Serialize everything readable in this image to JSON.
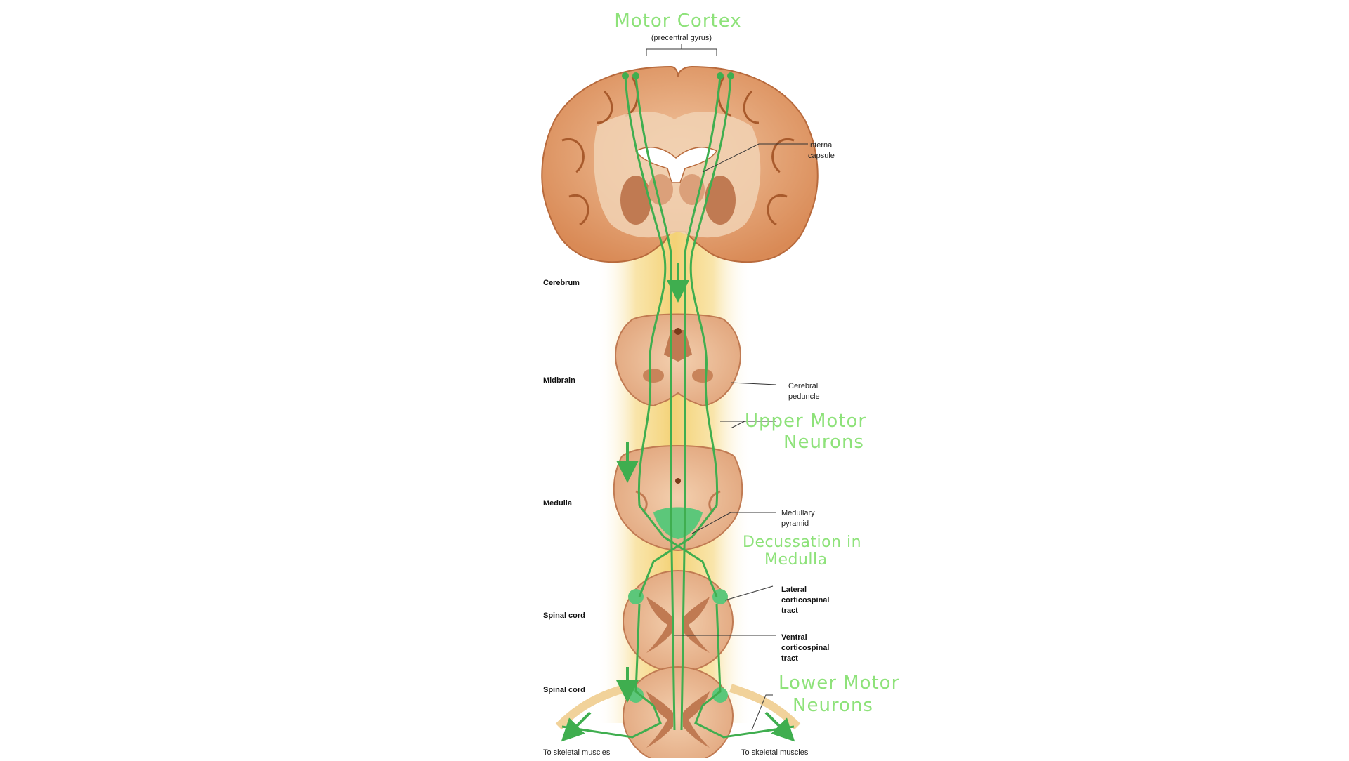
{
  "diagram": {
    "title": "Motor Cortex",
    "subtitle": "(precentral gyrus)",
    "regions": {
      "cerebrum": "Cerebrum",
      "midbrain": "Midbrain",
      "medulla": "Medulla",
      "spinal_cord_1": "Spinal cord",
      "spinal_cord_2": "Spinal cord"
    },
    "labels": {
      "internal_capsule_1": "Internal",
      "internal_capsule_2": "capsule",
      "cerebral_peduncle_1": "Cerebral",
      "cerebral_peduncle_2": "peduncle",
      "medullary_pyramid_1": "Medullary",
      "medullary_pyramid_2": "pyramid",
      "lateral_tract_1": "Lateral",
      "lateral_tract_2": "corticospinal",
      "lateral_tract_3": "tract",
      "ventral_tract_1": "Ventral",
      "ventral_tract_2": "corticospinal",
      "ventral_tract_3": "tract",
      "skeletal_left": "To skeletal muscles",
      "skeletal_right": "To skeletal muscles"
    },
    "annotations": {
      "upper_motor_1": "Upper Motor",
      "upper_motor_2": "Neurons",
      "decussation_1": "Decussation in",
      "decussation_2": "Medulla",
      "lower_motor_1": "Lower Motor",
      "lower_motor_2": "Neurons"
    },
    "colors": {
      "tissue": "#e9b48c",
      "tissue_dark": "#c8784a",
      "glow": "#f6d98a",
      "pathway": "#3fae4f",
      "annotation": "#8ee27a"
    }
  }
}
